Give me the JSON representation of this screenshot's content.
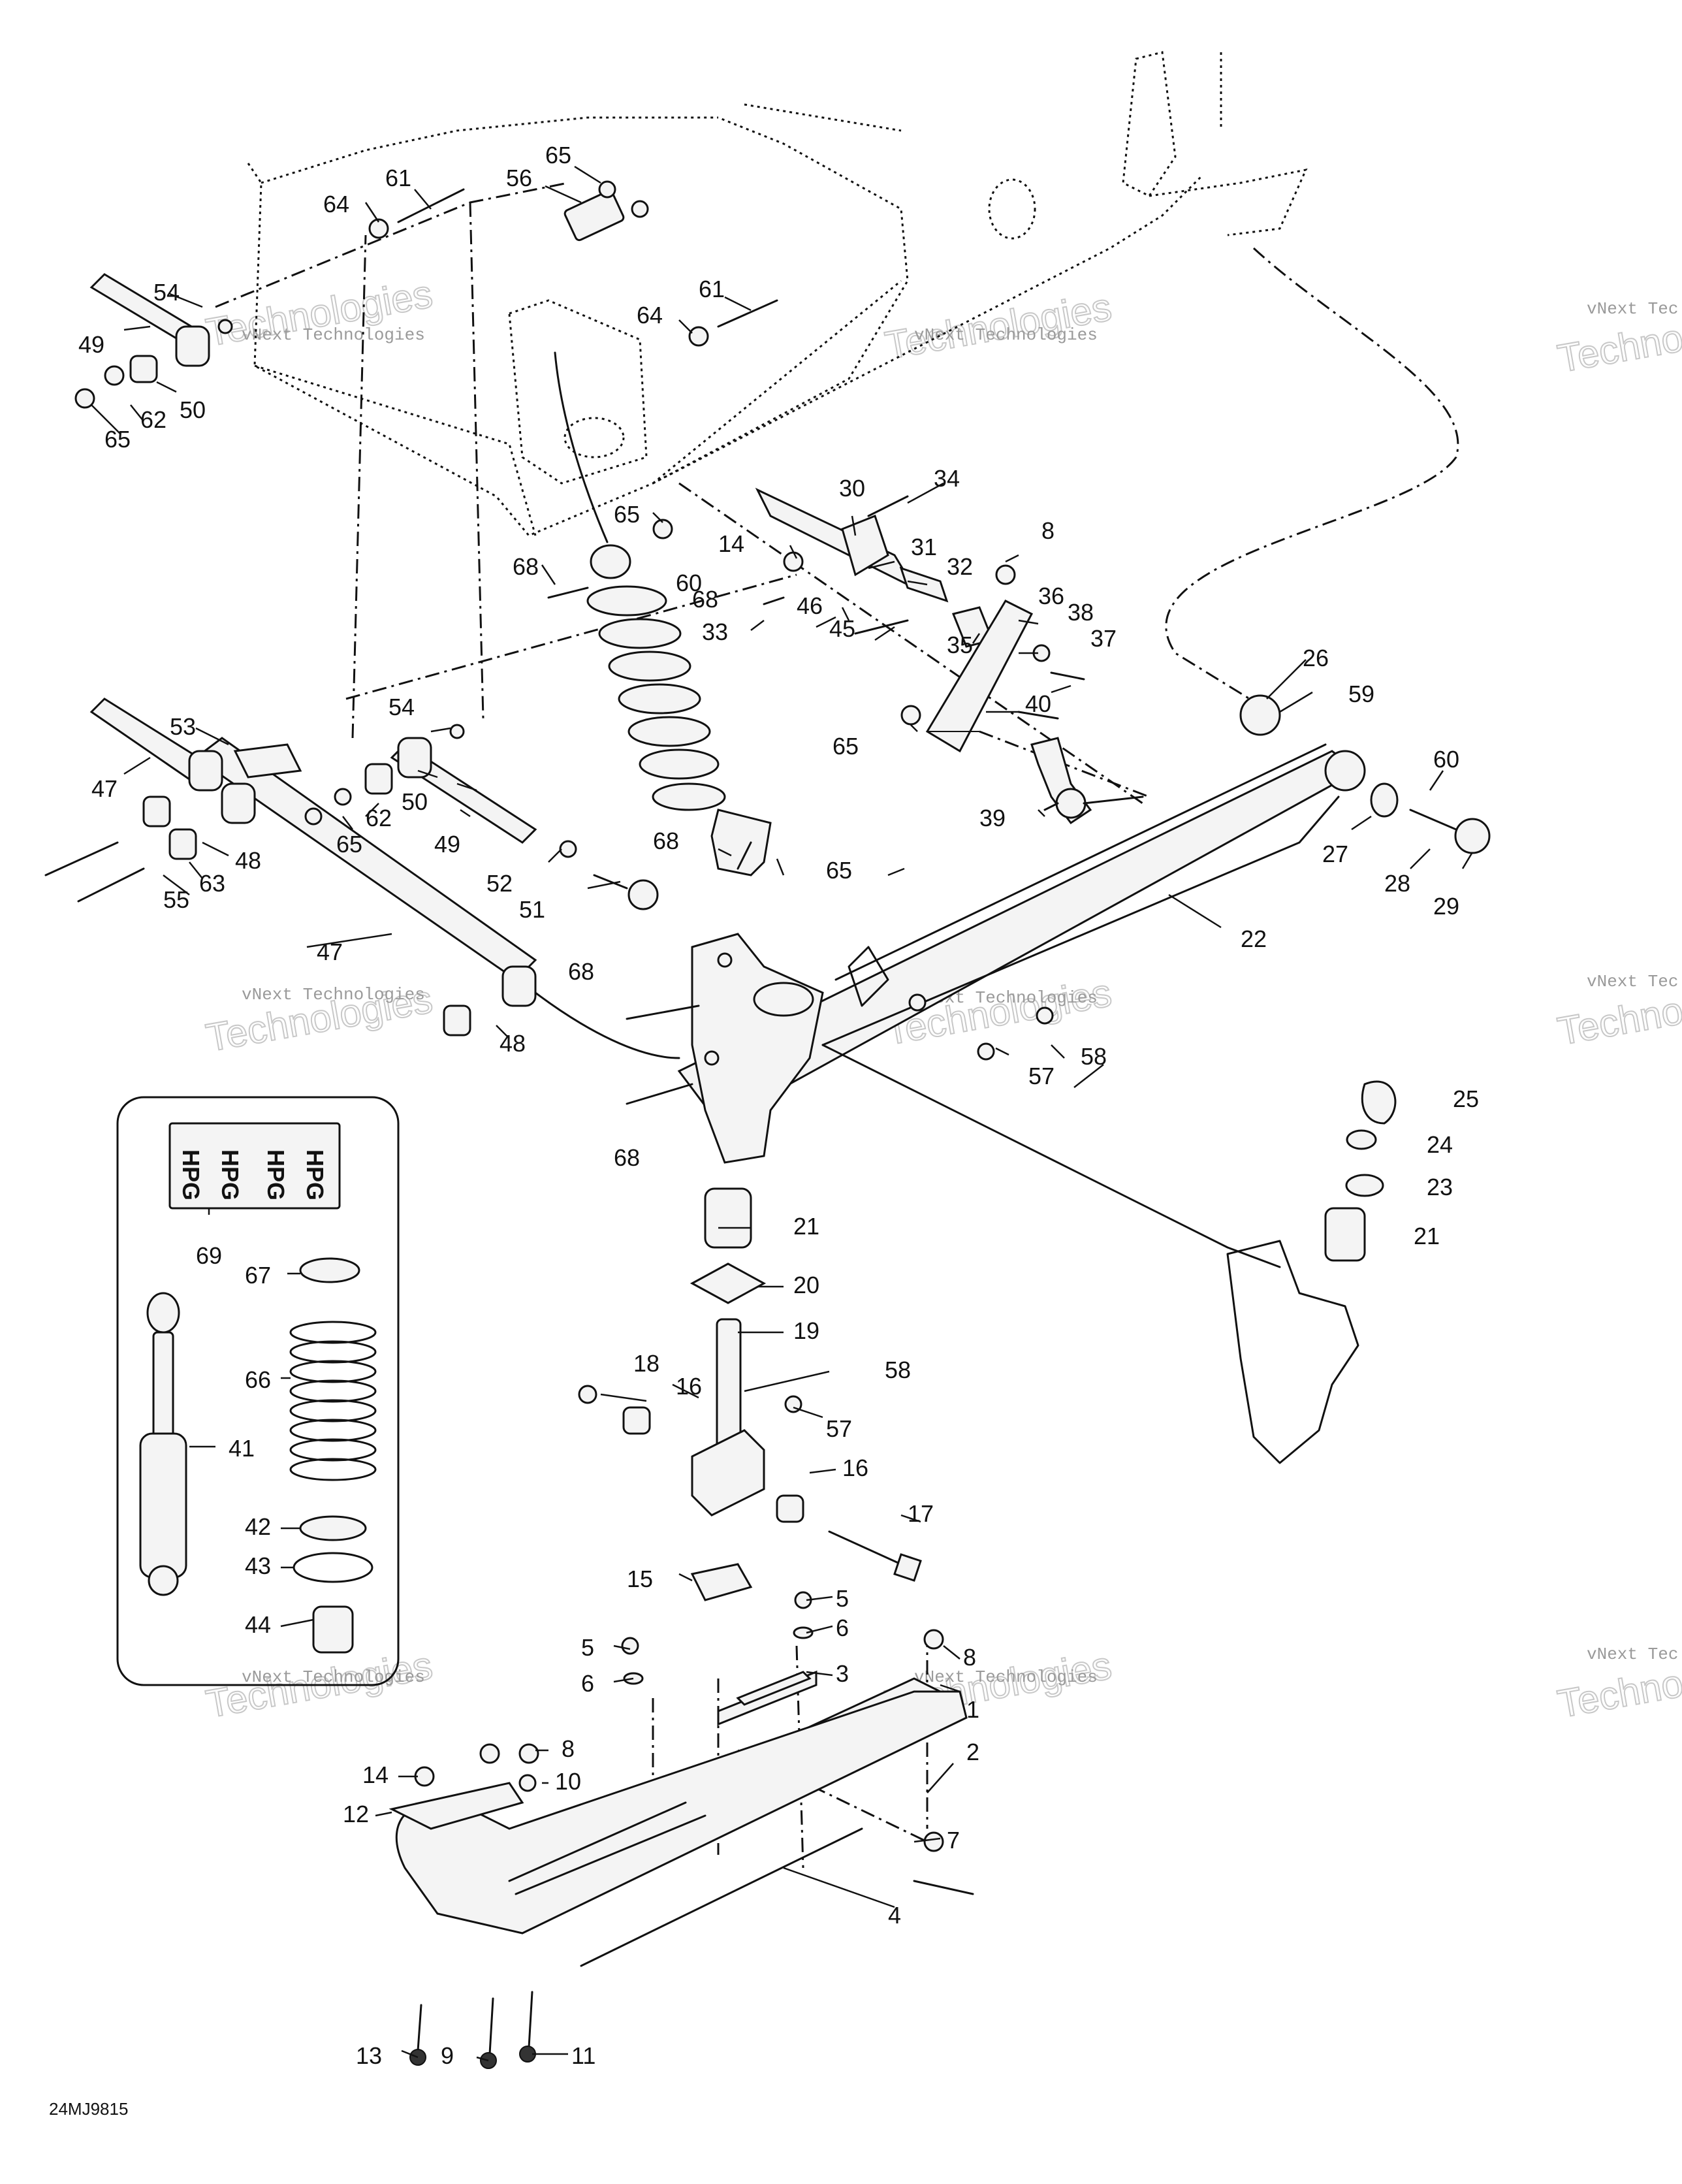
{
  "drawing_code": "24MJ9815",
  "watermark_small": "vNext Technologies",
  "watermark_big": "Technologies",
  "watermark_edge_small": "vNext Tec",
  "watermark_edge_big": "Techno",
  "kit_label_text": "HPG",
  "part_numbers": {
    "p1": "1",
    "p2": "2",
    "p3": "3",
    "p4": "4",
    "p5a": "5",
    "p5b": "5",
    "p6a": "6",
    "p6b": "6",
    "p7": "7",
    "p8a": "8",
    "p8b": "8",
    "p8c": "8",
    "p9": "9",
    "p10": "10",
    "p11": "11",
    "p12": "12",
    "p13": "13",
    "p14a": "14",
    "p14b": "14",
    "p15": "15",
    "p16a": "16",
    "p16b": "16",
    "p17": "17",
    "p18": "18",
    "p19": "19",
    "p20": "20",
    "p21a": "21",
    "p21b": "21",
    "p22": "22",
    "p23": "23",
    "p24": "24",
    "p25": "25",
    "p26": "26",
    "p27": "27",
    "p28": "28",
    "p29": "29",
    "p30": "30",
    "p31": "31",
    "p32": "32",
    "p33": "33",
    "p34": "34",
    "p35": "35",
    "p36": "36",
    "p37": "37",
    "p38": "38",
    "p39": "39",
    "p40": "40",
    "p41": "41",
    "p42": "42",
    "p43": "43",
    "p44": "44",
    "p45": "45",
    "p46": "46",
    "p47a": "47",
    "p47b": "47",
    "p48a": "48",
    "p48b": "48",
    "p49a": "49",
    "p49b": "49",
    "p50a": "50",
    "p50b": "50",
    "p51": "51",
    "p52": "52",
    "p53": "53",
    "p54a": "54",
    "p54b": "54",
    "p55": "55",
    "p56": "56",
    "p57a": "57",
    "p57b": "57",
    "p58a": "58",
    "p58b": "58",
    "p59": "59",
    "p60a": "60",
    "p60b": "60",
    "p61a": "61",
    "p61b": "61",
    "p62a": "62",
    "p62b": "62",
    "p63": "63",
    "p64a": "64",
    "p64b": "64",
    "p65a": "65",
    "p65b": "65",
    "p65c": "65",
    "p65d": "65",
    "p65e": "65",
    "p65f": "65",
    "p66": "66",
    "p67": "67",
    "p68a": "68",
    "p68b": "68",
    "p68c": "68",
    "p68d": "68",
    "p68e": "68",
    "p69": "69"
  }
}
